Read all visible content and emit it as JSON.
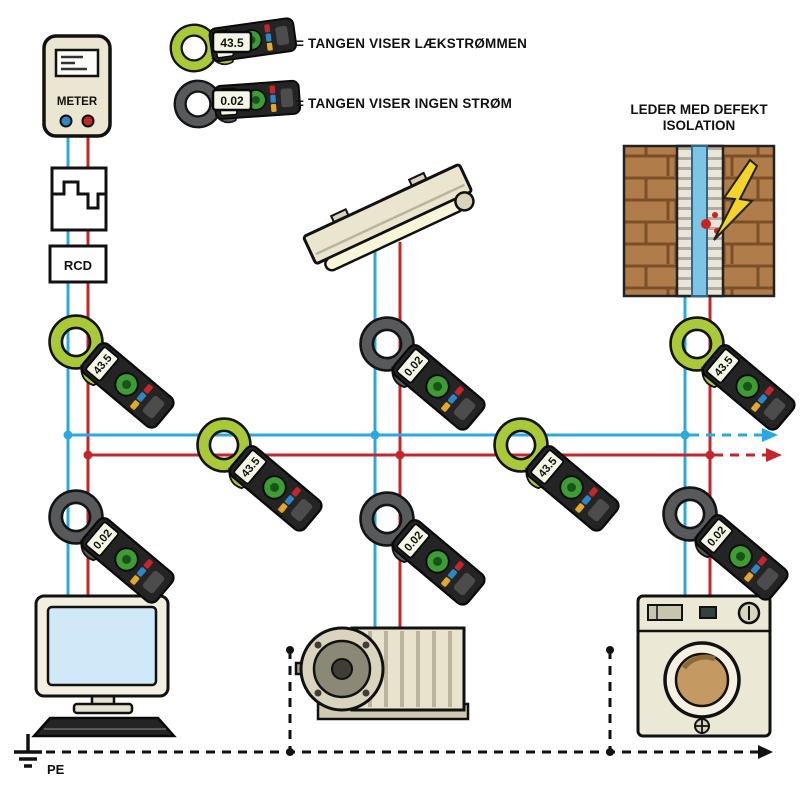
{
  "legend": {
    "items": [
      {
        "reading": "43.5",
        "label": "= TANGEN VISER LÆKSTRØMMEN",
        "type": "leak"
      },
      {
        "reading": "0.02",
        "label": "= TANGEN VISER INGEN STRØM",
        "type": "none"
      }
    ]
  },
  "supply": {
    "meter_label": "METER",
    "rcd_label": "RCD"
  },
  "defect_box": {
    "title_line1": "LEDER MED DEFEKT",
    "title_line2": "ISOLATION"
  },
  "earth": {
    "label": "PE"
  },
  "clamps": [
    {
      "id": "left-top",
      "type": "leak",
      "reading": "43.5"
    },
    {
      "id": "left-bottom",
      "type": "none",
      "reading": "0.02"
    },
    {
      "id": "mid-left",
      "type": "leak",
      "reading": "43.5"
    },
    {
      "id": "center-top",
      "type": "none",
      "reading": "0.02"
    },
    {
      "id": "center-bottom",
      "type": "none",
      "reading": "0.02"
    },
    {
      "id": "mid-right",
      "type": "leak",
      "reading": "43.5"
    },
    {
      "id": "right-top",
      "type": "leak",
      "reading": "43.5"
    },
    {
      "id": "right-bottom",
      "type": "none",
      "reading": "0.02"
    }
  ],
  "colors": {
    "wire_blue": "#2aa9e0",
    "wire_red": "#c1272d",
    "clamp_leak_ring": "#aac938",
    "clamp_none_ring": "#58595b",
    "screen_blue": "#cfe9f8",
    "lightning_yellow": "#f6d32a"
  }
}
